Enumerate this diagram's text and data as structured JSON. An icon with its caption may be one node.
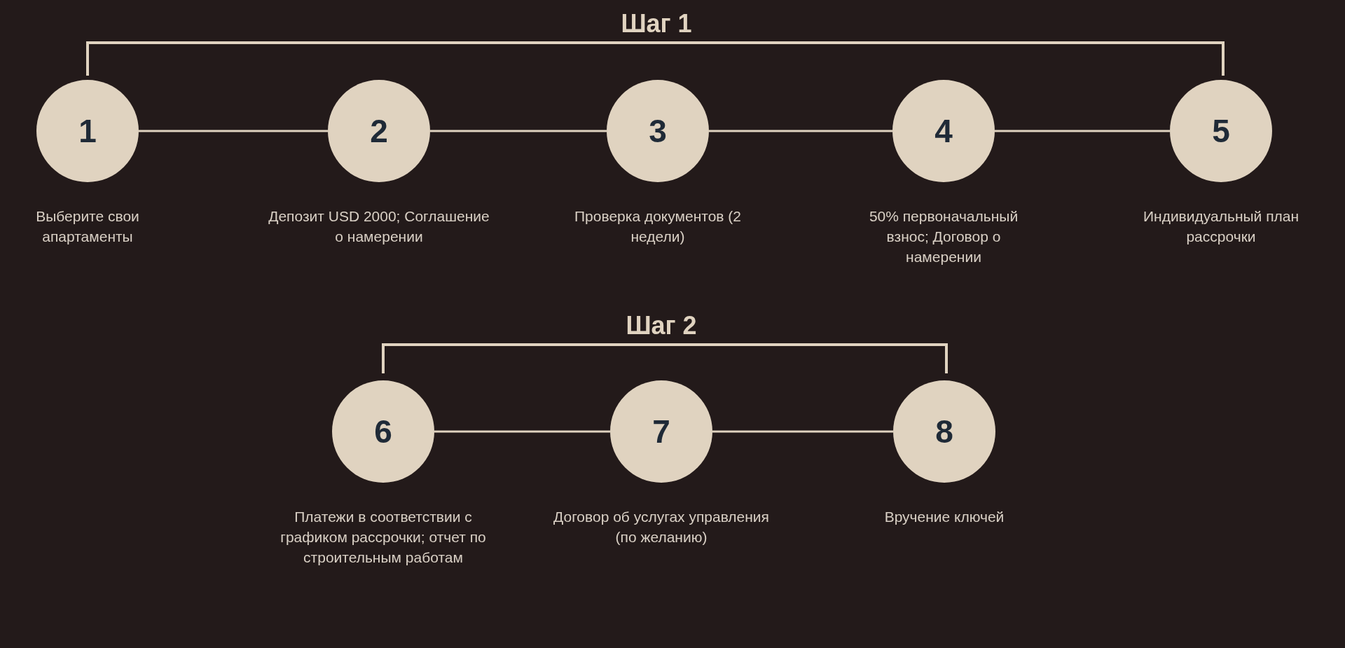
{
  "diagram": {
    "nodes": [
      {
        "text": [
          "1"
        ],
        "beside": [
          "Выберите свои апартаменты"
        ]
      },
      {
        "text": [
          "2"
        ],
        "beside": [
          "Депозит USD 2000; Соглашение о намерении"
        ]
      },
      {
        "text": [
          "3"
        ],
        "beside": [
          "Проверка документов (2 недели)"
        ]
      },
      {
        "text": [
          "4"
        ],
        "beside": [
          "50% первоначальный взнос; Договор о намерении"
        ]
      },
      {
        "text": [
          "5"
        ],
        "beside": [
          "Индивидуальный план рассрочки"
        ]
      },
      {
        "text": [
          "6"
        ],
        "beside": [
          "Платежи в соответствии с графиком рассрочки; отчет по строительным работам"
        ]
      },
      {
        "text": [
          "7"
        ],
        "beside": [
          "Договор об услугах управления (по желанию)"
        ]
      },
      {
        "text": [
          "8"
        ],
        "beside": [
          "Вручение ключей"
        ]
      }
    ],
    "edges": [
      {
        "from": 0,
        "to": 1,
        "arrow": "none"
      },
      {
        "from": 1,
        "to": 2,
        "arrow": "none"
      },
      {
        "from": 2,
        "to": 3,
        "arrow": "none"
      },
      {
        "from": 3,
        "to": 4,
        "arrow": "none"
      },
      {
        "from": 5,
        "to": 6,
        "arrow": "none"
      },
      {
        "from": 6,
        "to": 7,
        "arrow": "none"
      }
    ],
    "labels": [
      "Шаг 1",
      "Шаг 2"
    ]
  }
}
